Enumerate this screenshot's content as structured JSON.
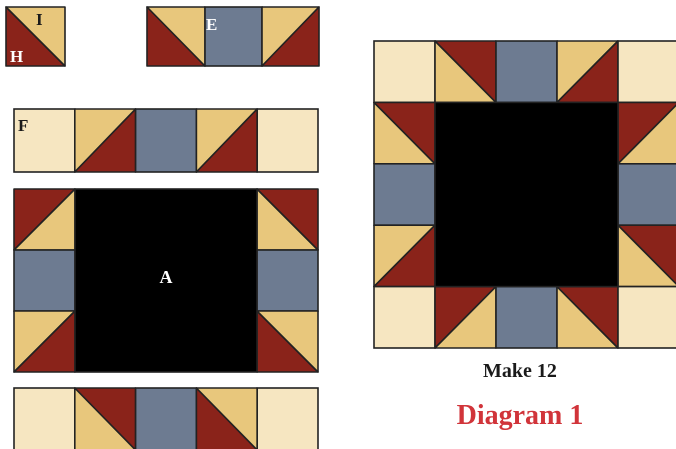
{
  "colors": {
    "cream": "#f6e6c1",
    "tan": "#e8c77c",
    "red": "#8a231a",
    "slate": "#6d7b91",
    "black": "#000000",
    "label": "#ffffff",
    "title": "#d1343a"
  },
  "labels": {
    "unit_i": "I",
    "unit_h": "H",
    "unit_e": "E",
    "unit_f": "F",
    "center_a": "A"
  },
  "caption": {
    "make": "Make 12",
    "title": "Diagram 1"
  }
}
